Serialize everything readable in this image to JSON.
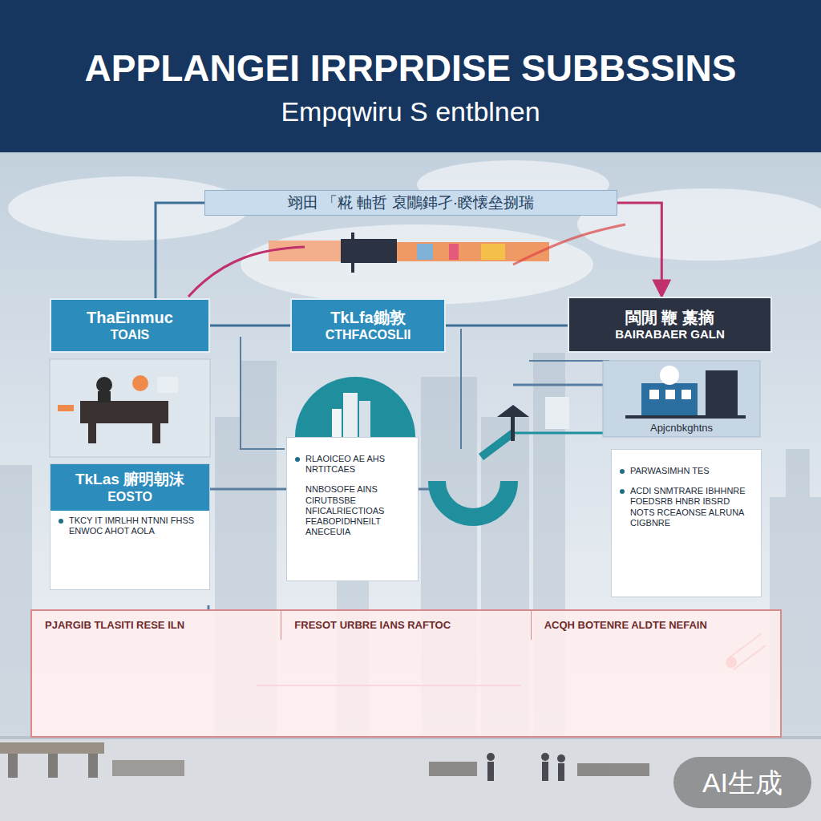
{
  "diagram": {
    "title": "APPLANGEI IRRPRDISE SUBBSSINS",
    "nodes": [
      {
        "text": [
          "翊田 「糀 軸哲 裒鷳鋛孑·睽懐垒捌瑞"
        ]
      },
      {
        "text": [
          "ThaEinmuc",
          "TOAIS"
        ]
      },
      {
        "text": [
          "TkLfa鋤敦",
          "CTHFACOSLII"
        ]
      },
      {
        "text": [
          "閩閒 鞭 藁摘",
          "BAIRABAER GALN"
        ]
      },
      {
        "text": [
          "TkLas 腑明朝沫",
          "EOSTO",
          "TKCY IT IMRLHH NTNNI FHSS ENWOC AHOT AOLA"
        ]
      },
      {
        "text": [
          "RLAOICEO AE AHS NRTITCAES",
          "NNBOSOFE AINS CIRUTBSBE NFICALRIECTIOAS FEABOPIDHNEILT ANECEUIA"
        ]
      },
      {
        "text": [
          "PARWASIMHN TES",
          "ACDI SNMTRARE IBHHNRE FOEDSRB HNBR IBSRD NOTS RCEAONSE ALRUNA CIGBNRE"
        ]
      },
      {
        "text": [
          "PJARGIB TLASITI RESE ILN",
          "FRESOT URBRE IANS RAFTOC",
          "ACQH BOTENRE ALDTE NEFAIN"
        ]
      }
    ],
    "edges": [
      {
        "from": 0,
        "to": 1,
        "arrow": "none"
      },
      {
        "from": 0,
        "to": 3,
        "arrow": "to"
      },
      {
        "from": 1,
        "to": 2,
        "arrow": "none"
      },
      {
        "from": 2,
        "to": 3,
        "arrow": "none"
      }
    ],
    "labels": [
      "Empqwiru S entblnen",
      "Apjcnbkghtns",
      "AI生成"
    ]
  }
}
